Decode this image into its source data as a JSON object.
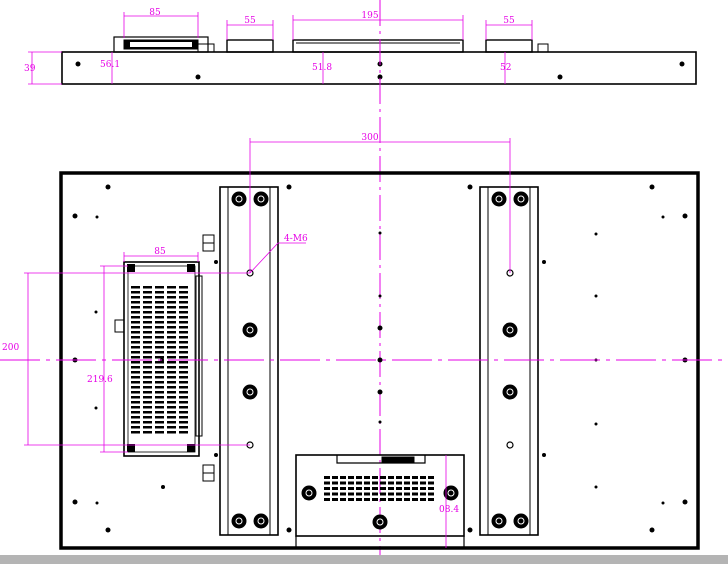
{
  "colors": {
    "outline": "#000000",
    "dimension": "#e600e6",
    "background": "#ffffff",
    "status_bar": "#b4b4b4"
  },
  "top_view": {
    "dimensions": {
      "left_component_width": "85",
      "left_connector_width": "55",
      "center_component_width": "195",
      "right_connector_width": "55",
      "panel_depth": "39",
      "left_height": "56.1",
      "center_height": "51.8",
      "right_height": "52"
    }
  },
  "front_view": {
    "dimensions": {
      "vesa_horizontal": "300",
      "vesa_vertical": "200",
      "screw_callout": "4-M6",
      "board_width": "85",
      "board_height": "219.6",
      "bottom_box_height": "08.4"
    }
  }
}
